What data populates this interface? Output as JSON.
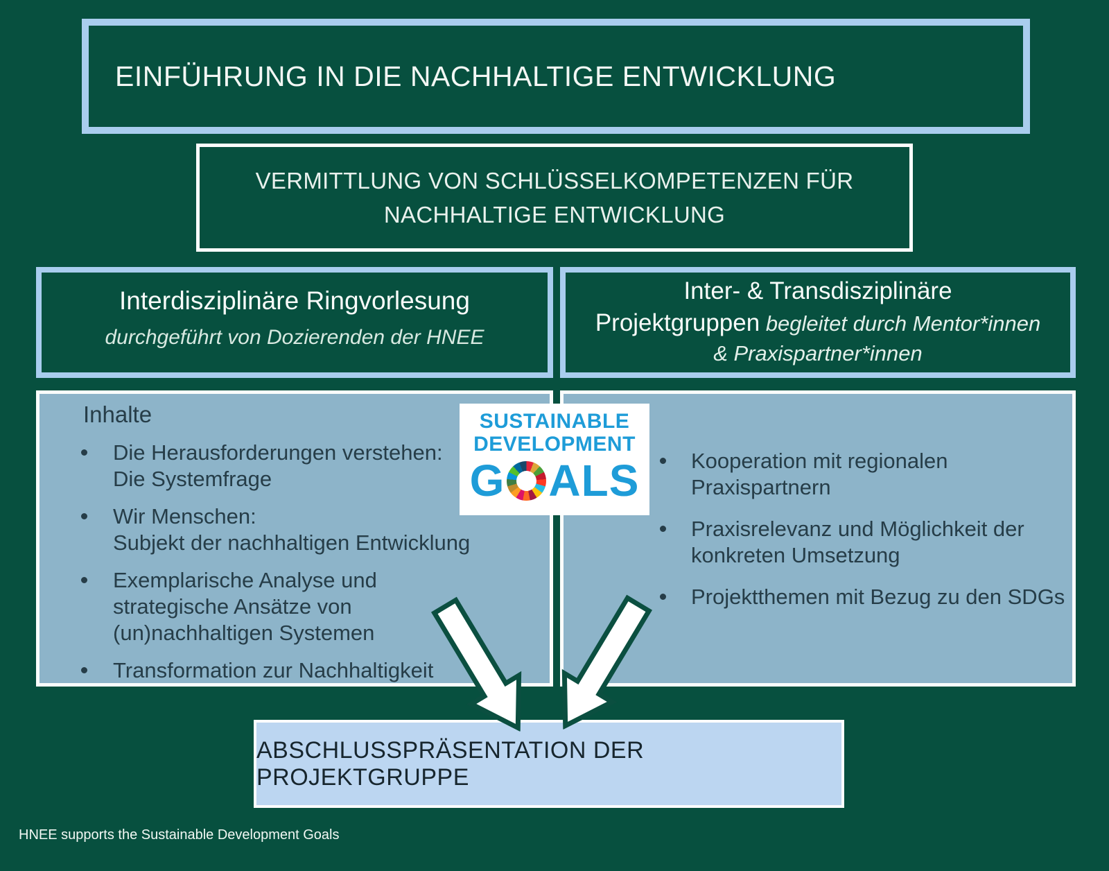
{
  "page": {
    "title": "EINFÜHRUNG IN DIE NACHHALTIGE ENTWICKLUNG",
    "subtitle": "VERMITTLUNG VON SCHLÜSSELKOMPETENZEN FÜR\nNACHHALTIGE ENTWICKLUNG",
    "footer": "HNEE supports the Sustainable Development Goals"
  },
  "left_column": {
    "header": {
      "title": "Interdisziplinäre Ringvorlesung",
      "subtitle": "durchgeführt von Dozierenden der HNEE"
    },
    "content": {
      "heading": "Inhalte",
      "bullets": [
        "Die Herausforderungen verstehen:\nDie Systemfrage",
        "Wir Menschen:\nSubjekt der nachhaltigen Entwicklung",
        "Exemplarische Analyse und\nstrategische Ansätze von\n(un)nachhaltigen Systemen",
        "Transformation zur Nachhaltigkeit"
      ]
    }
  },
  "right_column": {
    "header": {
      "title_line1": "Inter- & Transdisziplinäre",
      "title_line2": "Projektgruppen",
      "subtitle_inline": " begleitet durch Mentor*innen",
      "subtitle_line3": "& Praxispartner*innen"
    },
    "content": {
      "bullets": [
        "Kooperation mit regionalen\nPraxispartnern",
        "Praxisrelevanz und Möglichkeit der\nkonkreten Umsetzung",
        "Projektthemen mit Bezug zu den SDGs"
      ]
    }
  },
  "sdg_logo": {
    "line1": "SUSTAINABLE",
    "line2": "DEVELOPMENT",
    "goals_g": "G",
    "goals_als": "ALS",
    "text_color": "#1E9CD8",
    "wheel_colors": [
      "#E5243B",
      "#DDA63A",
      "#4C9F38",
      "#C5192D",
      "#FF3A21",
      "#26BDE2",
      "#FCC30B",
      "#A21942",
      "#FD6925",
      "#DD1367",
      "#FD9D24",
      "#BF8B2E",
      "#3F7E44",
      "#0A97D9",
      "#56C02B",
      "#00689D",
      "#19486A"
    ]
  },
  "bottom_box": {
    "label": "ABSCHLUSSPRÄSENTATION DER PROJEKTGRUPPE"
  },
  "colors": {
    "background_green": "#07503F",
    "light_blue_border": "#A9CDEE",
    "panel_steel_blue": "#8DB4C9",
    "bottom_box_blue": "#BCD6F1",
    "dark_text": "#263D48",
    "arrow_outline_green": "#0B4F40"
  }
}
